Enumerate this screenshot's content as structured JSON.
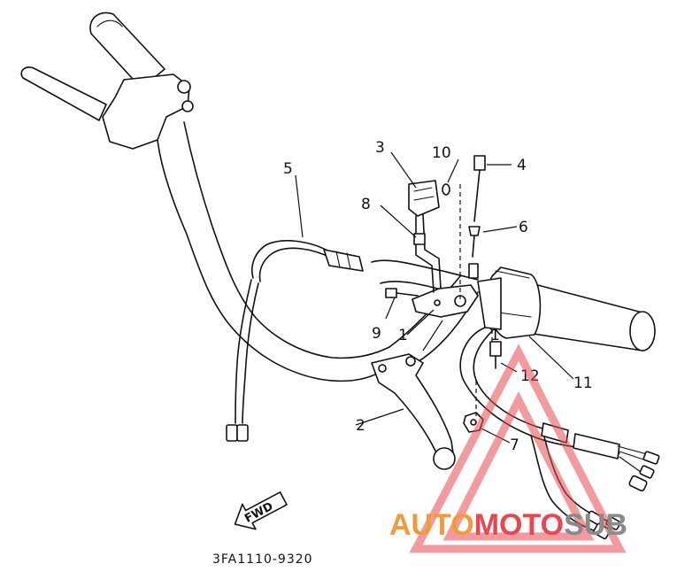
{
  "diagram": {
    "part_numbers": [
      {
        "id": "1a",
        "label": "1"
      },
      {
        "id": "1b",
        "label": "1"
      },
      {
        "id": "2",
        "label": "2"
      },
      {
        "id": "3",
        "label": "3"
      },
      {
        "id": "4",
        "label": "4"
      },
      {
        "id": "5",
        "label": "5"
      },
      {
        "id": "6",
        "label": "6"
      },
      {
        "id": "7",
        "label": "7"
      },
      {
        "id": "8",
        "label": "8"
      },
      {
        "id": "9",
        "label": "9"
      },
      {
        "id": "10",
        "label": "10"
      },
      {
        "id": "11",
        "label": "11"
      },
      {
        "id": "12",
        "label": "12"
      }
    ],
    "direction_arrow_text": "FWD",
    "drawing_code": "3FA1110-9320"
  },
  "watermark": {
    "part1": "AUTO",
    "part2": "MOTO",
    "part3": "SUB",
    "colors": {
      "orange": "#f29a3a",
      "red": "#e8474f",
      "gray": "#8a8a8a"
    }
  }
}
